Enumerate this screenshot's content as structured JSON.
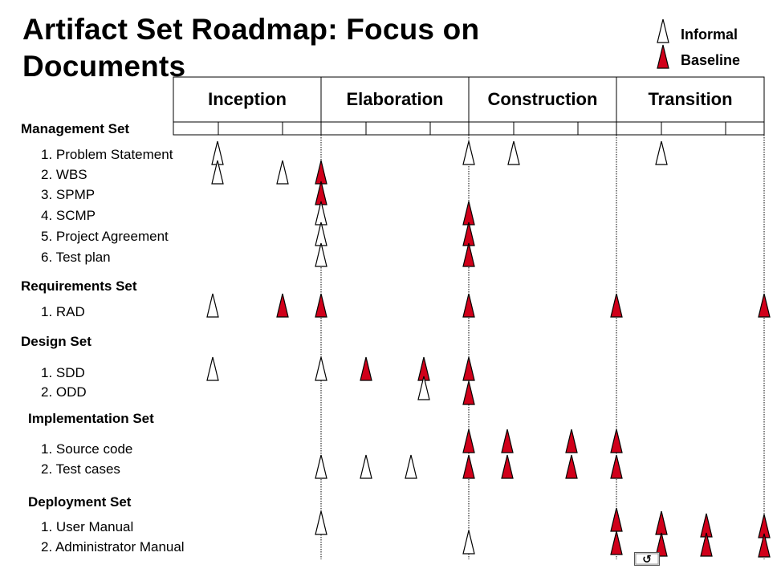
{
  "title": "Artifact Set Roadmap: Focus on Documents",
  "legend": {
    "informal": "Informal",
    "baseline": "Baseline",
    "informal_fill": "#ffffff",
    "baseline_fill": "#d0001a"
  },
  "phases": [
    "Inception",
    "Elaboration",
    "Construction",
    "Transition"
  ],
  "sets": [
    {
      "name": "Management Set",
      "items": [
        "1. Problem Statement",
        "2. WBS",
        "3. SPMP",
        "4. SCMP",
        "5. Project Agreement",
        "6. Test plan"
      ]
    },
    {
      "name": "Requirements Set",
      "items": [
        "1. RAD"
      ]
    },
    {
      "name": "Design Set",
      "items": [
        "1. SDD",
        "2. ODD"
      ]
    },
    {
      "name": "Implementation Set",
      "items": [
        "1. Source code",
        "2. Test cases"
      ]
    },
    {
      "name": "Deployment Set",
      "items": [
        "1. User Manual",
        "2. Administrator Manual"
      ]
    }
  ],
  "nav_button": {
    "icon": "return-arrow-icon",
    "glyph": "↺"
  }
}
